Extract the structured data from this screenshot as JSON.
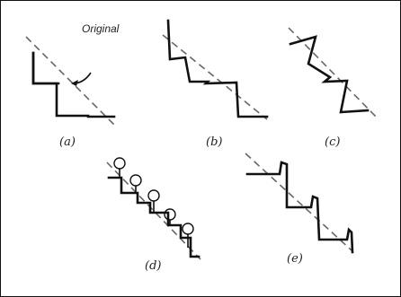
{
  "annotation": "Original",
  "panels": [
    {
      "id": "a",
      "caption": "(a)"
    },
    {
      "id": "b",
      "caption": "(b)"
    },
    {
      "id": "c",
      "caption": "(c)"
    },
    {
      "id": "d",
      "caption": "(d)"
    },
    {
      "id": "e",
      "caption": "(e)"
    }
  ]
}
